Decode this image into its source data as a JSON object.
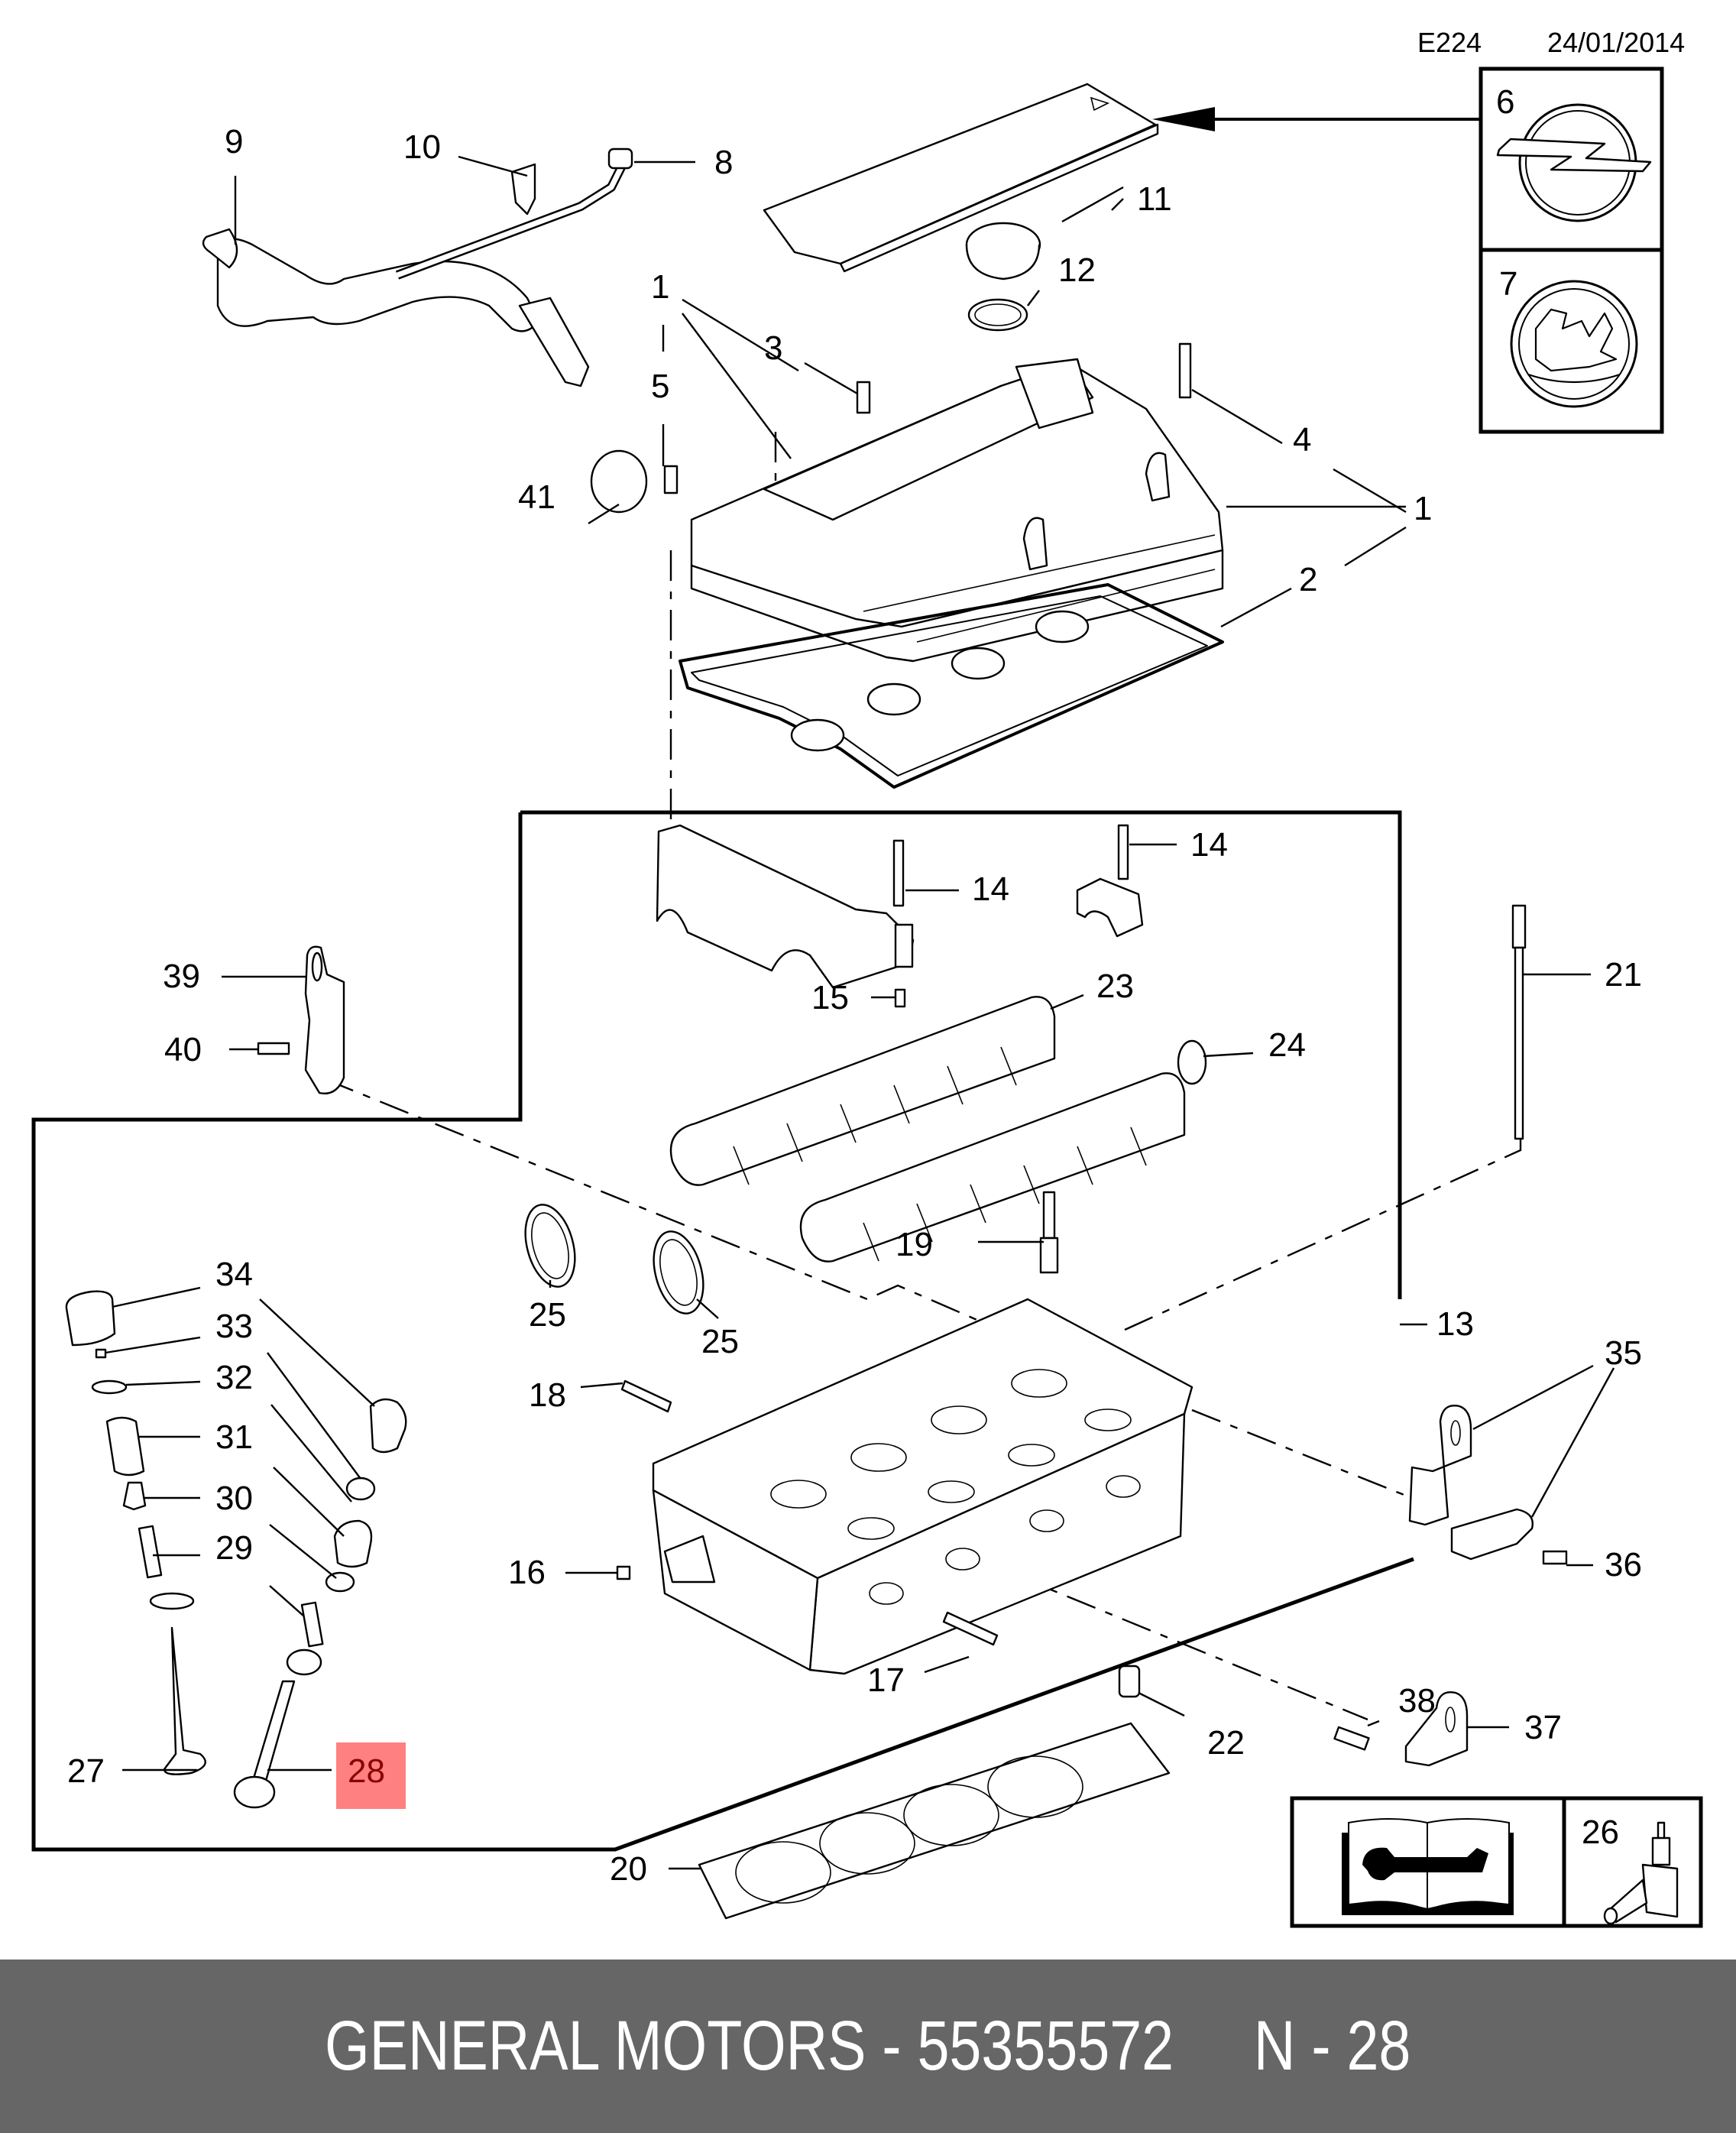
{
  "header": {
    "diagram_code": "E224",
    "date": "24/01/2014"
  },
  "highlight": {
    "callout": "28",
    "color": "#ff8080",
    "text_color": "#8b0000"
  },
  "callouts": {
    "c1a": "1",
    "c1b": "1",
    "c2": "2",
    "c3": "3",
    "c4": "4",
    "c5": "5",
    "c6": "6",
    "c7": "7",
    "c8": "8",
    "c9": "9",
    "c10": "10",
    "c11": "11",
    "c12": "12",
    "c13": "13",
    "c14a": "14",
    "c14b": "14",
    "c15": "15",
    "c16": "16",
    "c17": "17",
    "c18": "18",
    "c19": "19",
    "c20": "20",
    "c21": "21",
    "c22": "22",
    "c23": "23",
    "c24": "24",
    "c25a": "25",
    "c25b": "25",
    "c26": "26",
    "c27": "27",
    "c28": "28",
    "c29": "29",
    "c30": "30",
    "c31": "31",
    "c32": "32",
    "c33": "33",
    "c34": "34",
    "c35": "35",
    "c36": "36",
    "c37": "37",
    "c38": "38",
    "c39": "39",
    "c40": "40",
    "c41": "41"
  },
  "icons": {
    "emblem_6": "opel-logo-icon",
    "emblem_7": "vauxhall-griffin-icon",
    "manual": "service-manual-wrench-icon",
    "sealant": "sealant-bottle-icon"
  },
  "footer": {
    "text": "GENERAL MOTORS - 55355572     N - 28",
    "background": "#666666"
  }
}
